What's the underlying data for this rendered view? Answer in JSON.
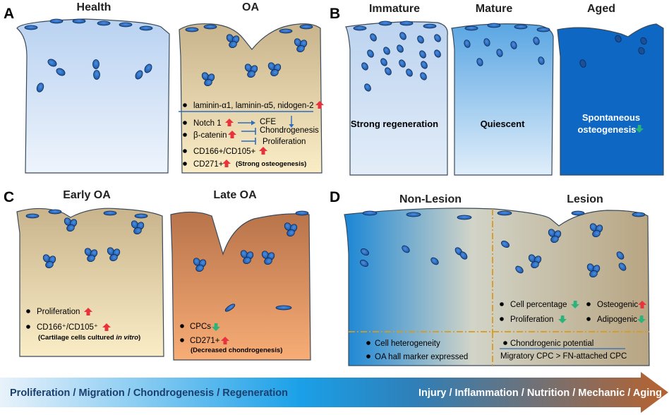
{
  "colors": {
    "up_arrow": "#e8323c",
    "down_arrow": "#2bb37a",
    "cell": "#2a6cc0",
    "inhibit_line": "#2a6cc0",
    "divider": "#d89a1e"
  },
  "panel_a": {
    "label": "A",
    "health_title": "Health",
    "oa_title": "OA",
    "items": [
      {
        "text": "laminin-α1, laminin-α5, nidogen-2",
        "arrow": "up"
      },
      {
        "text": "Notch 1",
        "arrow": "up"
      },
      {
        "text": "β-catenin",
        "arrow": "up"
      },
      {
        "text": "CD166+/CD105+",
        "arrow": "up"
      },
      {
        "text": "CD271+",
        "arrow": "up",
        "note": "(Strong osteogenesis)"
      }
    ],
    "effects": {
      "cfe": "CFE",
      "chondrogenesis": "Chondrogenesis",
      "proliferation": "Proliferation"
    }
  },
  "panel_b": {
    "label": "B",
    "immature_title": "Immature",
    "mature_title": "Mature",
    "aged_title": "Aged",
    "immature_text": "Strong regeneration",
    "mature_text": "Quiescent",
    "aged_text_1": "Spontaneous",
    "aged_text_2": "osteogenesis",
    "aged_arrow": "down"
  },
  "panel_c": {
    "label": "C",
    "early_title": "Early OA",
    "late_title": "Late OA",
    "early_items": [
      {
        "text": "Proliferation",
        "arrow": "up"
      },
      {
        "text": "CD166⁺/CD105⁺",
        "arrow": "up"
      }
    ],
    "early_note_pre": "(Cartilage cells cultured ",
    "early_note_em": "in vitro",
    "early_note_post": ")",
    "late_items": [
      {
        "text": "CPCs",
        "arrow": "down"
      },
      {
        "text": "CD271+",
        "arrow": "up"
      }
    ],
    "late_note": "(Decreased chondrogenesis)"
  },
  "panel_d": {
    "label": "D",
    "nonlesion_title": "Non-Lesion",
    "lesion_title": "Lesion",
    "lesion_items": [
      {
        "text": "Cell percentage",
        "arrow": "down"
      },
      {
        "text": "Osteogenic",
        "arrow": "up"
      },
      {
        "text": "Proliferation",
        "arrow": "down"
      },
      {
        "text": "Adipogenic",
        "arrow": "down"
      }
    ],
    "bottom_left": [
      "Cell heterogeneity",
      "OA hall marker expressed"
    ],
    "bottom_right_title": "Chondrogenic potential",
    "bottom_right_sub": "Migratory CPC > FN-attached CPC"
  },
  "bottom_arrow": {
    "left_text": "Proliferation / Migration / Chondrogenesis / Regeneration",
    "right_text": "Injury / Inflammation / Nutrition / Mechanic / Aging"
  }
}
